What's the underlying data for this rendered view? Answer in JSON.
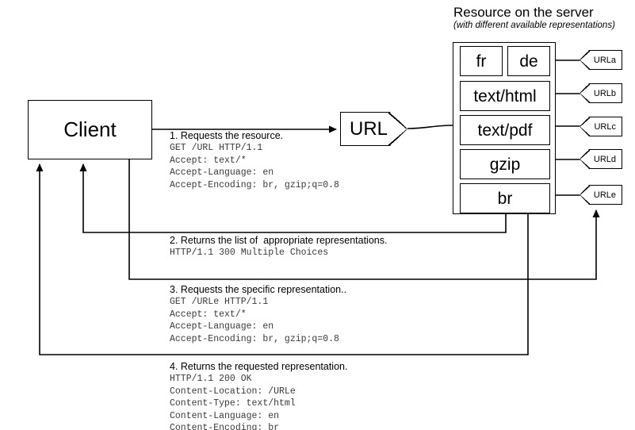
{
  "diagram": {
    "title": "Resource on the server",
    "subtitle": "(with different available representations)",
    "client_label": "Client",
    "url_node_label": "URL"
  },
  "representations": [
    {
      "id": "fr",
      "label": "fr"
    },
    {
      "id": "de",
      "label": "de"
    },
    {
      "id": "html",
      "label": "text/html"
    },
    {
      "id": "pdf",
      "label": "text/pdf"
    },
    {
      "id": "gzip",
      "label": "gzip"
    },
    {
      "id": "br",
      "label": "br"
    }
  ],
  "url_tags": [
    {
      "id": "a",
      "label": "URLa"
    },
    {
      "id": "b",
      "label": "URLb"
    },
    {
      "id": "c",
      "label": "URLc"
    },
    {
      "id": "d",
      "label": "URLd"
    },
    {
      "id": "e",
      "label": "URLe"
    }
  ],
  "steps": [
    {
      "number": 1,
      "title": "1. Requests the resource.",
      "body": "GET /URL HTTP/1.1\nAccept: text/*\nAccept-Language: en\nAccept-Encoding: br, gzip;q=0.8"
    },
    {
      "number": 2,
      "title": "2. Returns the list of  appropriate representations.",
      "body": "HTTP/1.1 300 Multiple Choices"
    },
    {
      "number": 3,
      "title": "3. Requests the specific representation..",
      "body": "GET /URLe HTTP/1.1\nAccept: text/*\nAccept-Language: en\nAccept-Encoding: br, gzip;q=0.8"
    },
    {
      "number": 4,
      "title": "4. Returns the requested representation.",
      "body": "HTTP/1.1 200 OK\nContent-Location: /URLe\nContent-Type: text/html\nContent-Language: en\nContent-Encoding: br"
    }
  ],
  "colors": {
    "stroke": "#000000",
    "background": "#ffffff",
    "mono_text": "#3a3a3a"
  }
}
